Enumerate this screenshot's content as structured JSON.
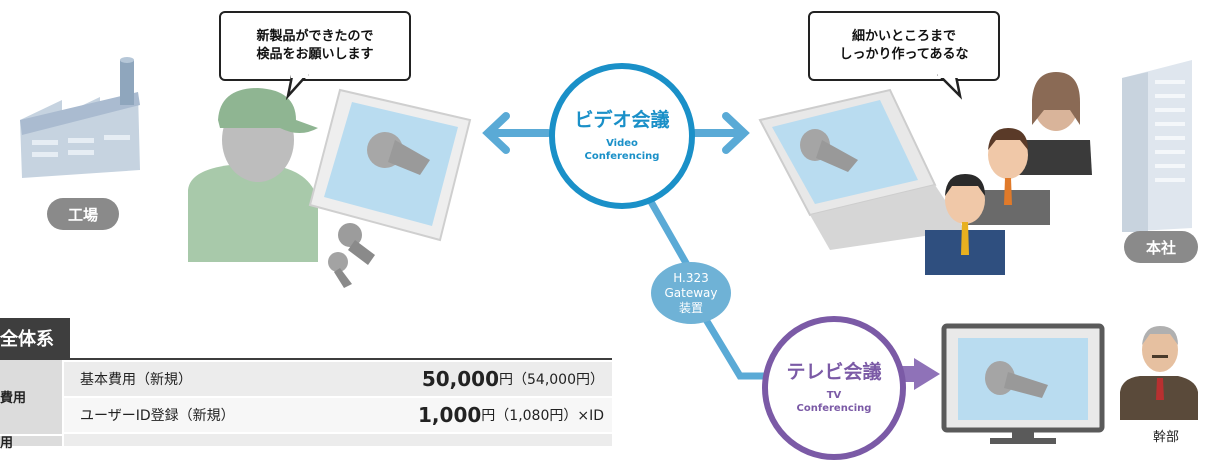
{
  "speech": {
    "factory_line1": "新製品ができたので",
    "factory_line2": "検品をお願いします",
    "hq_line1": "細かいところまで",
    "hq_line2": "しっかり作ってあるな"
  },
  "labels": {
    "factory": "工場",
    "hq": "本社",
    "executive": "幹部"
  },
  "video": {
    "title": "ビデオ会議",
    "sub1": "Video",
    "sub2": "Conferencing"
  },
  "tv": {
    "title": "テレビ会議",
    "sub1": "TV",
    "sub2": "Conferencing"
  },
  "gateway": {
    "line1": "H.323",
    "line2": "Gateway",
    "line3": "装置"
  },
  "table": {
    "title": "全体系",
    "group1": "費用",
    "group2": "用",
    "rows": [
      {
        "item": "基本費用（新規）",
        "price_big": "50,000",
        "price_rest": "円（54,000円）"
      },
      {
        "item": "ユーザーID登録（新規）",
        "price_big": "1,000",
        "price_rest": "円（1,080円）×ID"
      }
    ]
  },
  "colors": {
    "video": "#1a90c8",
    "tv": "#7b5aa6",
    "arrow": "#5aaad6",
    "pill": "#8a8a8a"
  }
}
